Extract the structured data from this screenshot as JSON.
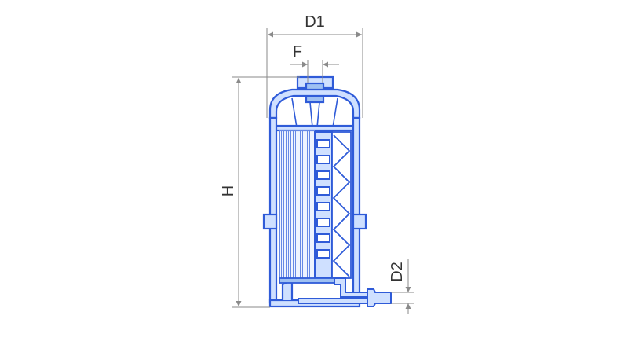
{
  "labels": {
    "d1": "D1",
    "f": "F",
    "h": "H",
    "d2": "D2"
  },
  "colors": {
    "outline": "#2f5bd8",
    "fill": "#cfe0ff",
    "fill_dark": "#9ec0f2",
    "dimension": "#8a8a8a",
    "text": "#333333"
  }
}
